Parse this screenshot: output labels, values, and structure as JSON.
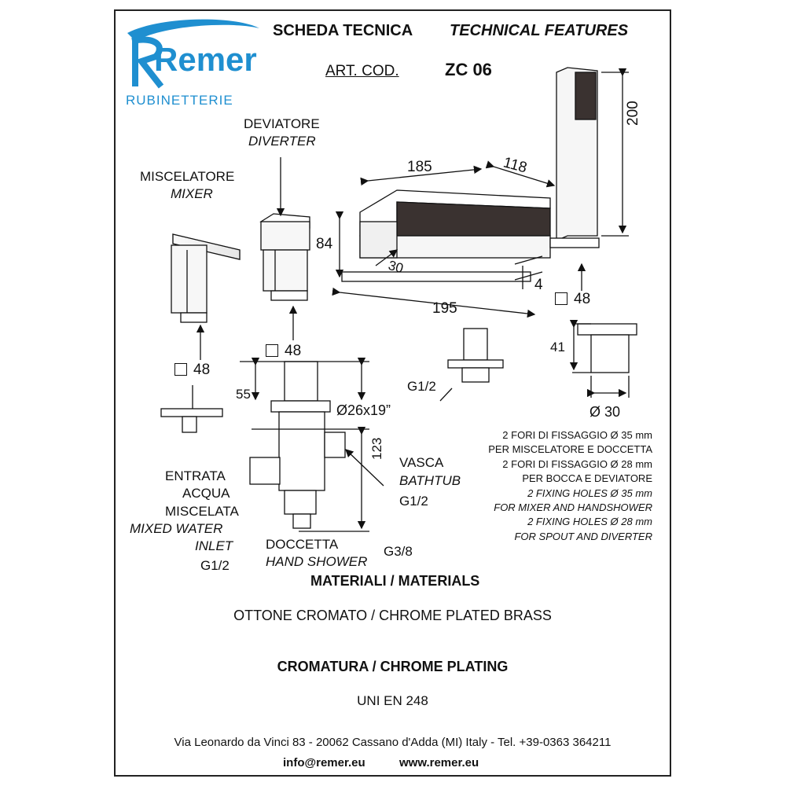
{
  "brand": {
    "name": "Remer",
    "subtitle": "RUBINETTERIE",
    "color": "#1f8fd0"
  },
  "header": {
    "scheda": "SCHEDA TECNICA",
    "technical": "TECHNICAL FEATURES",
    "art_label": "ART. COD.",
    "art_code": "ZC 06"
  },
  "components": {
    "mixer": {
      "it": "MISCELATORE",
      "en": "MIXER"
    },
    "diverter": {
      "it": "DEVIATORE",
      "en": "DIVERTER"
    }
  },
  "dimensions": {
    "spout_width": "185",
    "spout_depth": "118",
    "spout_height": "84",
    "spout_offset": "30",
    "spout_base": "195",
    "spout_plate": "4",
    "shower_height": "200",
    "sq_spout": "48",
    "sq_mixer": "48",
    "sq_diverter": "48",
    "pipe_height": "41",
    "pipe_diam": "Ø 30",
    "spout_thread": "G1/2",
    "diverter_height": "55",
    "diverter_thread": "Ø26x19”",
    "body_height": "123"
  },
  "connections": {
    "inlet": [
      "ENTRATA",
      "ACQUA",
      "MISCELATA"
    ],
    "inlet_en": [
      "MIXED WATER",
      "INLET"
    ],
    "inlet_thread": "G1/2",
    "bathtub_it": "VASCA",
    "bathtub_en": "BATHTUB",
    "bathtub_thread": "G1/2",
    "shower_it": "DOCCETTA",
    "shower_en": "HAND SHOWER",
    "shower_thread": "G3/8"
  },
  "notes": [
    "2 FORI DI FISSAGGIO Ø 35 mm",
    "PER MISCELATORE E DOCCETTA",
    "2 FORI DI FISSAGGIO Ø 28 mm",
    "PER BOCCA E DEVIATORE",
    "2 FIXING HOLES Ø 35 mm",
    "FOR MIXER AND HANDSHOWER",
    "2 FIXING HOLES Ø 28 mm",
    "FOR SPOUT AND DIVERTER"
  ],
  "materials": {
    "title": "MATERIALI / MATERIALS",
    "value": "OTTONE CROMATO / CHROME PLATED BRASS",
    "plating_title": "CROMATURA / CHROME PLATING",
    "plating_value": "UNI EN 248"
  },
  "footer": {
    "address": "Via Leonardo da Vinci 83 - 20062 Cassano d'Adda (MI) Italy - Tel. +39-0363 364211",
    "email": "info@remer.eu",
    "web": "www.remer.eu"
  }
}
